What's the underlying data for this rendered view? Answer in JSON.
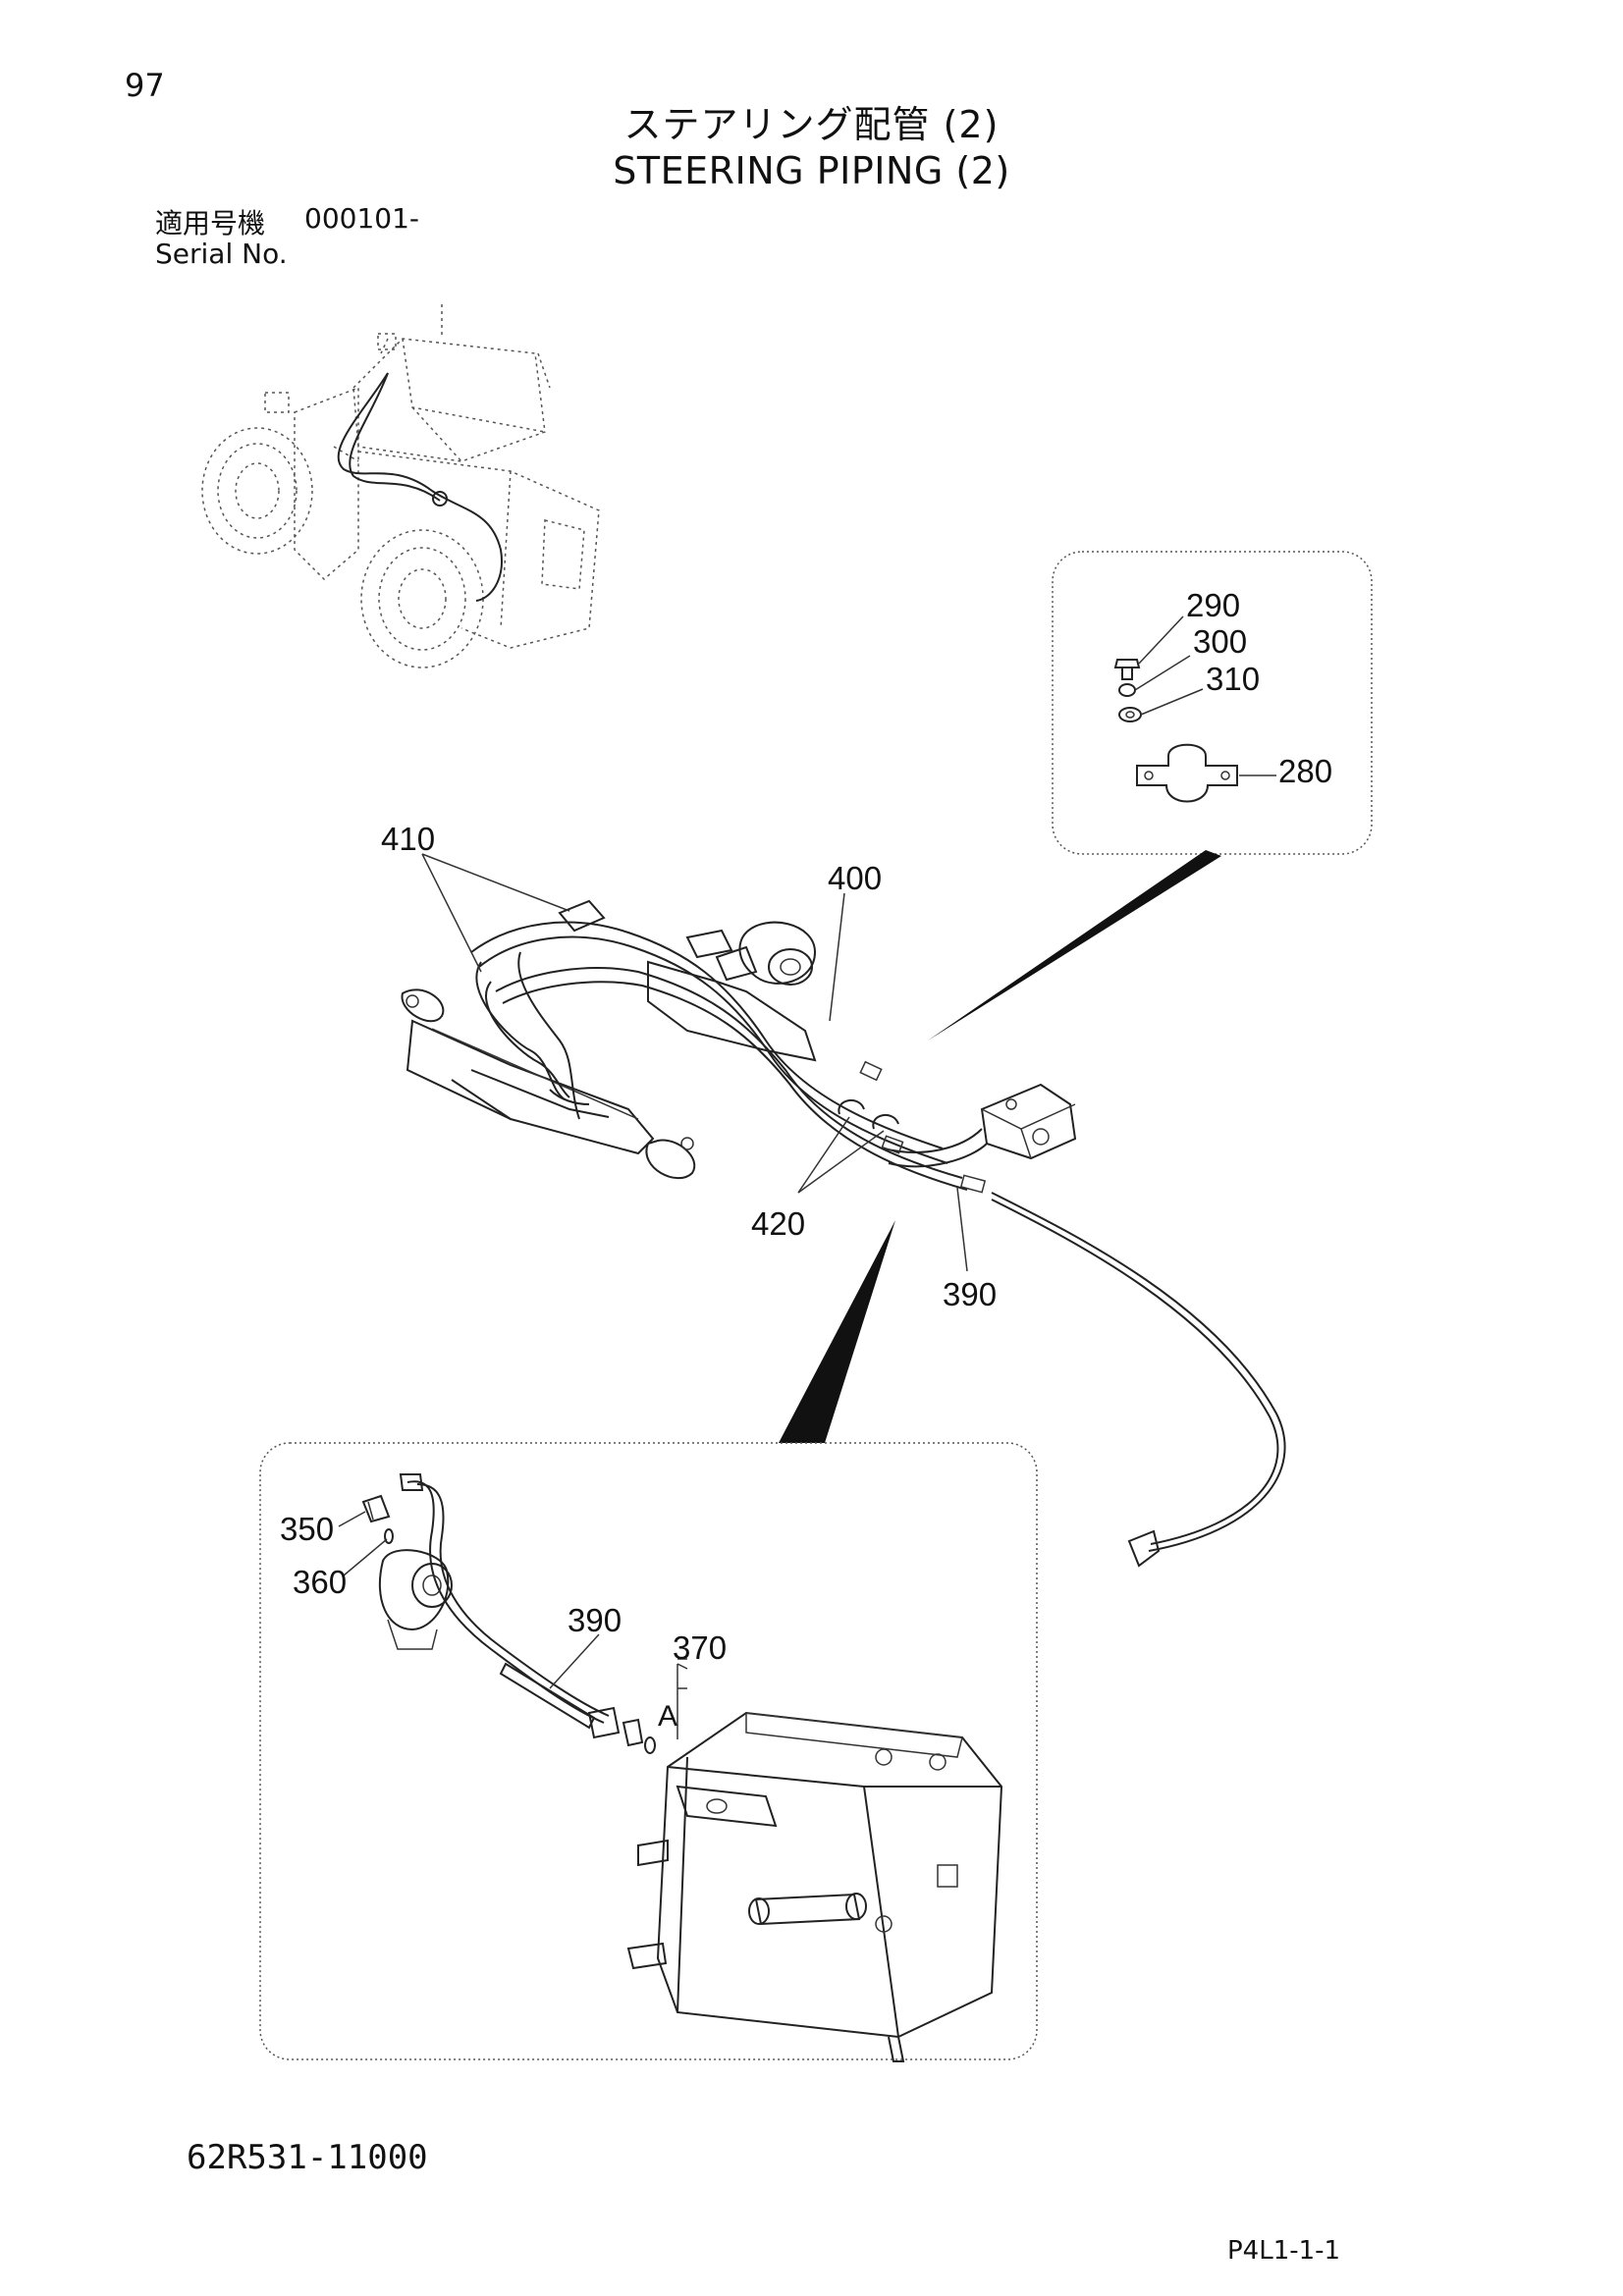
{
  "page_number": "97",
  "title_jp": "ステアリング配管 (2)",
  "title_en": "STEERING PIPING (2)",
  "serial": {
    "label_jp": "適用号機",
    "value": "000101-",
    "label_en": "Serial No."
  },
  "part_code": "62R531-11000",
  "page_code": "P4L1-1-1",
  "callouts": {
    "c290": "290",
    "c300": "300",
    "c310": "310",
    "c280": "280",
    "c410": "410",
    "c400": "400",
    "c420": "420",
    "c390_main": "390",
    "c350": "350",
    "c360": "360",
    "c390_detail": "390",
    "c370": "370",
    "ref_a": "A"
  }
}
